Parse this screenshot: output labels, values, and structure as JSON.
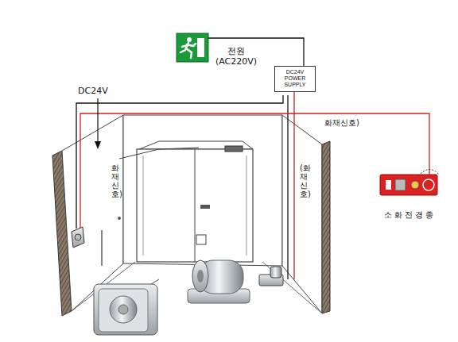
{
  "diagram": {
    "nodes": [
      {
        "text": [
          "DC24V POWER SUPPLY"
        ]
      },
      {
        "text": [
          "소 화 전 경 종"
        ]
      }
    ],
    "edges": [
      {
        "from": 1,
        "to": 0,
        "arrow": "none"
      }
    ],
    "labels": [
      "전원 (AC220V)",
      "DC24V",
      "화재신호)",
      "화재신호)",
      "(화재신호)"
    ]
  }
}
